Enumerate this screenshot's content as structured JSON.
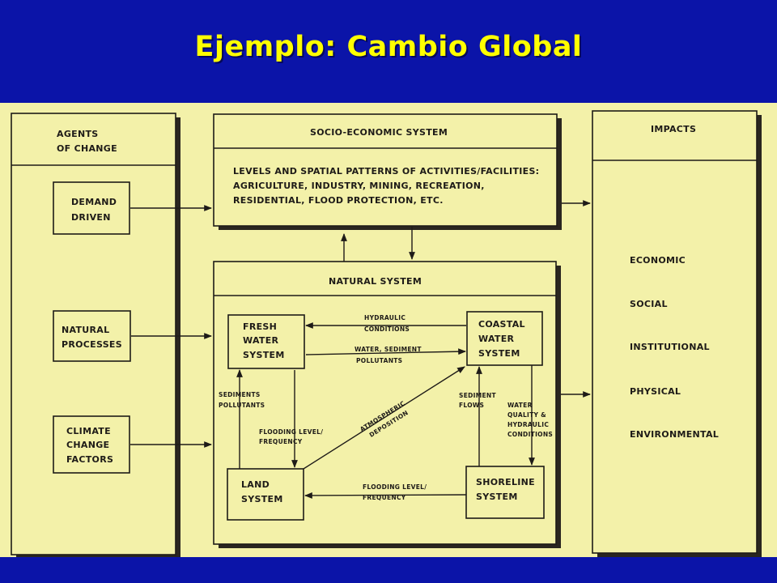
{
  "slide": {
    "title": "Ejemplo: Cambio Global"
  },
  "diagram": {
    "agents": {
      "title_line1": "AGENTS",
      "title_line2": "OF CHANGE",
      "demand": [
        "DEMAND",
        "DRIVEN"
      ],
      "natural": [
        "NATURAL",
        "PROCESSES"
      ],
      "climate": [
        "CLIMATE",
        "CHANGE",
        "FACTORS"
      ]
    },
    "socio": {
      "title": "SOCIO-ECONOMIC SYSTEM",
      "body": [
        "LEVELS AND SPATIAL PATTERNS OF ACTIVITIES/FACILITIES:",
        "AGRICULTURE, INDUSTRY, MINING, RECREATION,",
        "RESIDENTIAL, FLOOD PROTECTION, ETC."
      ]
    },
    "natural_system": {
      "title": "NATURAL SYSTEM",
      "fresh": [
        "FRESH",
        "WATER",
        "SYSTEM"
      ],
      "coastal": [
        "COASTAL",
        "WATER",
        "SYSTEM"
      ],
      "land": [
        "LAND",
        "SYSTEM"
      ],
      "shoreline": [
        "SHORELINE",
        "SYSTEM"
      ],
      "flows": {
        "hydraulic": [
          "HYDRAULIC",
          "CONDITIONS"
        ],
        "water_sediment": [
          "WATER, SEDIMENT",
          "POLLUTANTS"
        ],
        "sediments_pollutants": [
          "SEDIMENTS",
          "POLLUTANTS"
        ],
        "flooding_freq": [
          "FLOODING LEVEL/",
          "FREQUENCY"
        ],
        "atmospheric": [
          "ATMOSPHERIC",
          "DEPOSITION"
        ],
        "sediment_flows": [
          "SEDIMENT",
          "FLOWS"
        ],
        "water_quality": [
          "WATER",
          "QUALITY &",
          "HYDRAULIC",
          "CONDITIONS"
        ],
        "flooding_bottom": [
          "FLOODING LEVEL/",
          "FREQUENCY"
        ]
      }
    },
    "impacts": {
      "title": "IMPACTS",
      "items": [
        "ECONOMIC",
        "SOCIAL",
        "INSTITUTIONAL",
        "PHYSICAL",
        "ENVIRONMENTAL"
      ]
    }
  }
}
